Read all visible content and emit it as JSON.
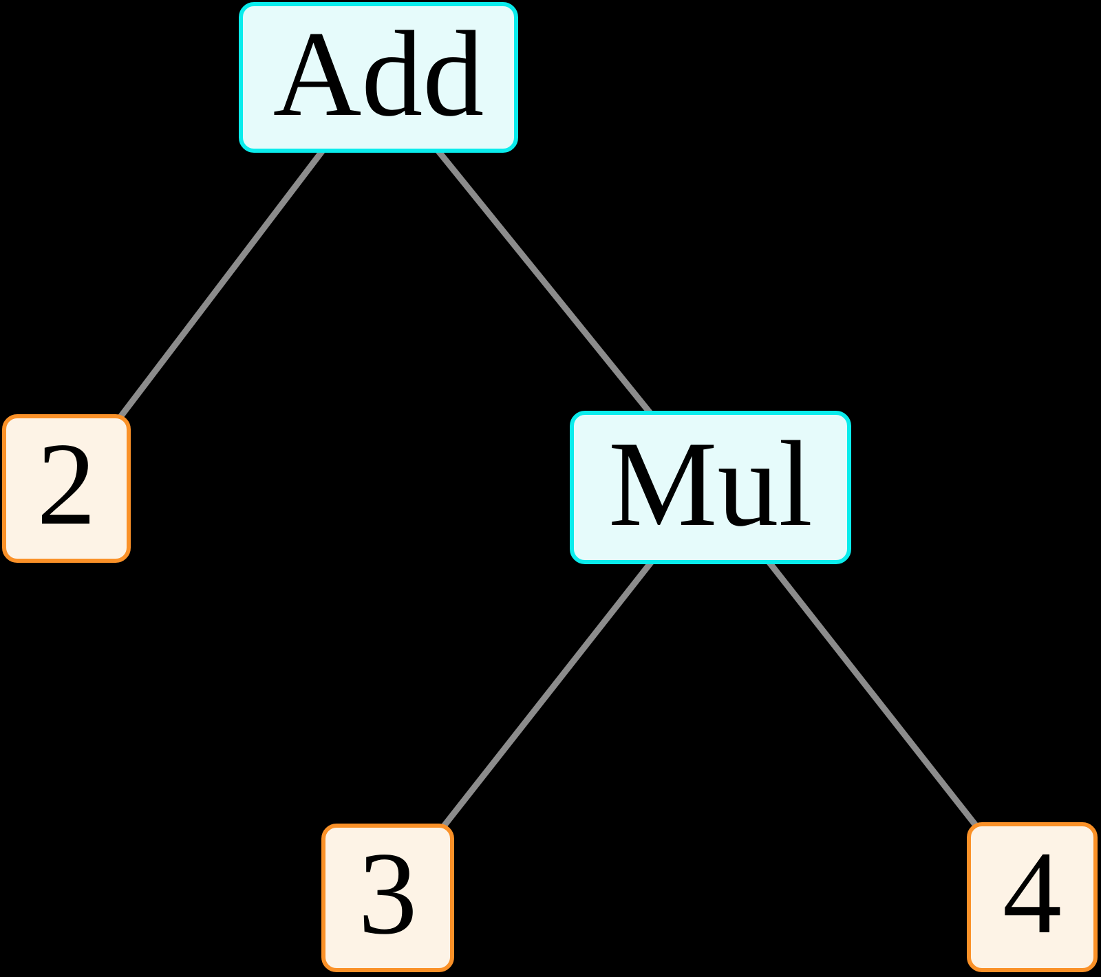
{
  "diagram": {
    "type": "binary-expression-tree",
    "background_color": "#000000",
    "edge_color": "#8C8C8C",
    "operator_node_style": {
      "fill": "#E6FBFB",
      "border": "#0AECEC",
      "text_color": "#000000"
    },
    "operand_node_style": {
      "fill": "#FDF3E6",
      "border": "#FA9128",
      "text_color": "#000000"
    },
    "nodes": [
      {
        "id": "add",
        "label": "Add",
        "kind": "operator"
      },
      {
        "id": "two",
        "label": "2",
        "kind": "operand"
      },
      {
        "id": "mul",
        "label": "Mul",
        "kind": "operator"
      },
      {
        "id": "three",
        "label": "3",
        "kind": "operand"
      },
      {
        "id": "four",
        "label": "4",
        "kind": "operand"
      }
    ],
    "edges": [
      {
        "from": "add",
        "to": "two"
      },
      {
        "from": "add",
        "to": "mul"
      },
      {
        "from": "mul",
        "to": "three"
      },
      {
        "from": "mul",
        "to": "four"
      }
    ]
  }
}
